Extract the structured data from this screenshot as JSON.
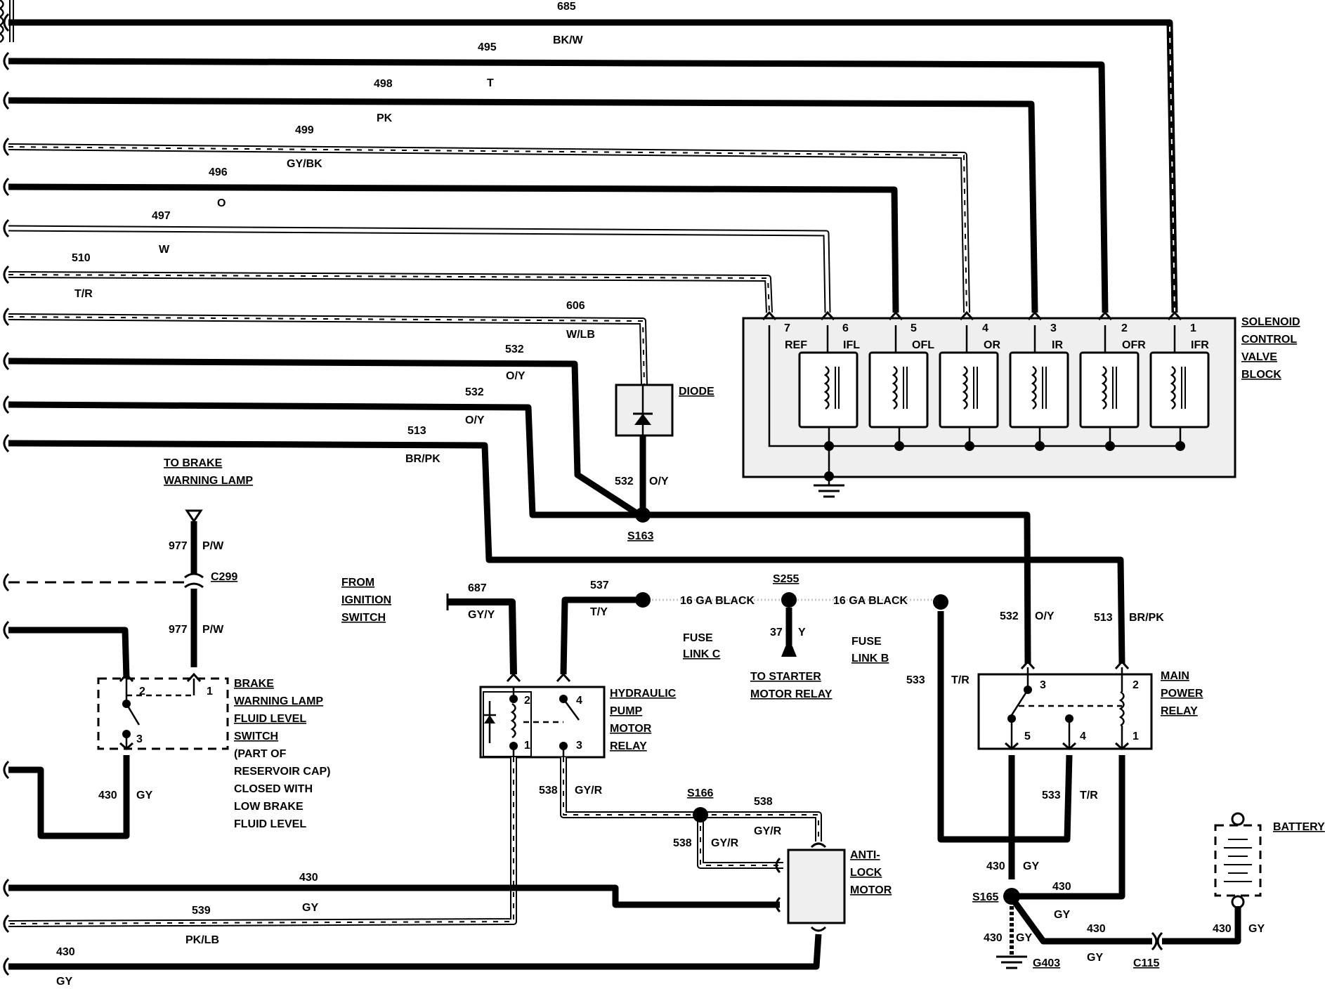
{
  "wires": {
    "w685": {
      "num": "685",
      "color": "BK/W"
    },
    "w495": {
      "num": "495",
      "color": "T"
    },
    "w498": {
      "num": "498",
      "color": "PK"
    },
    "w499": {
      "num": "499",
      "color": "GY/BK"
    },
    "w496": {
      "num": "496",
      "color": "O"
    },
    "w497": {
      "num": "497",
      "color": "W"
    },
    "w510": {
      "num": "510",
      "color": "T/R"
    },
    "w606": {
      "num": "606",
      "color": "W/LB"
    },
    "w532a": {
      "num": "532",
      "color": "O/Y"
    },
    "w532b": {
      "num": "532",
      "color": "O/Y"
    },
    "w513": {
      "num": "513",
      "color": "BR/PK"
    },
    "w532c": {
      "num": "532",
      "color": "O/Y"
    },
    "w977a": {
      "num": "977",
      "color": "P/W"
    },
    "w977b": {
      "num": "977",
      "color": "P/W"
    },
    "w687": {
      "num": "687",
      "color": "GY/Y"
    },
    "w537": {
      "num": "537",
      "color": "T/Y"
    },
    "w37": {
      "num": "37",
      "color": "Y"
    },
    "w533a": {
      "num": "533",
      "color": "T/R"
    },
    "w532d": {
      "num": "532",
      "color": "O/Y"
    },
    "w513b": {
      "num": "513",
      "color": "BR/PK"
    },
    "w430a": {
      "num": "430",
      "color": "GY"
    },
    "w538a": {
      "num": "538",
      "color": "GY/R"
    },
    "w538b": {
      "num": "538",
      "color": "GY/R"
    },
    "w538c": {
      "num": "538",
      "color": "GY/R"
    },
    "w533b": {
      "num": "533",
      "color": "T/R"
    },
    "w430b": {
      "num": "430",
      "color": "GY"
    },
    "w430c": {
      "num": "430",
      "color": "GY"
    },
    "w430d": {
      "num": "430",
      "color": "GY"
    },
    "w430e": {
      "num": "430",
      "color": "GY"
    },
    "w430f": {
      "num": "430",
      "color": "GY"
    },
    "w430g": {
      "num": "430",
      "color": "GY"
    },
    "w539": {
      "num": "539",
      "color": "PK/LB"
    },
    "w430h": {
      "num": "430",
      "color": "GY"
    }
  },
  "solenoid_block": {
    "label": [
      "SOLENOID",
      "CONTROL",
      "VALVE",
      "BLOCK"
    ],
    "pins": [
      {
        "num": "7",
        "name": "REF"
      },
      {
        "num": "6",
        "name": "IFL"
      },
      {
        "num": "5",
        "name": "OFL"
      },
      {
        "num": "4",
        "name": "OR"
      },
      {
        "num": "3",
        "name": "IR"
      },
      {
        "num": "2",
        "name": "OFR"
      },
      {
        "num": "1",
        "name": "IFR"
      }
    ]
  },
  "diode": {
    "label": "DIODE"
  },
  "splices": {
    "s163": "S163",
    "s255": "S255",
    "s166": "S166",
    "s165": "S165"
  },
  "connectors": {
    "c299": "C299",
    "c115": "C115"
  },
  "grounds": {
    "g403": "G403"
  },
  "labels": {
    "to_brake": [
      "TO BRAKE",
      "WARNING LAMP"
    ],
    "from_ignition": [
      "FROM",
      "IGNITION",
      "SWITCH"
    ],
    "fuse_c": [
      "FUSE",
      "LINK C"
    ],
    "fuse_b": [
      "FUSE",
      "LINK B"
    ],
    "ga16a": "16 GA BLACK",
    "ga16b": "16 GA BLACK",
    "to_starter": [
      "TO STARTER",
      "MOTOR RELAY"
    ],
    "brake_switch": [
      "BRAKE",
      "WARNING LAMP",
      "FLUID LEVEL",
      "SWITCH",
      "(PART OF",
      "RESERVOIR CAP)",
      "CLOSED WITH",
      "LOW BRAKE",
      "FLUID LEVEL"
    ],
    "hyd_relay": [
      "HYDRAULIC",
      "PUMP",
      "MOTOR",
      "RELAY"
    ],
    "main_relay": [
      "MAIN",
      "POWER",
      "RELAY"
    ],
    "abs_motor": [
      "ANTI-",
      "LOCK",
      "MOTOR"
    ],
    "battery": "BATTERY"
  },
  "pin_numbers": {
    "bw_2": "2",
    "bw_1": "1",
    "bw_3": "3",
    "hy_2": "2",
    "hy_4": "4",
    "hy_1": "1",
    "hy_3": "3",
    "mp_3": "3",
    "mp_2": "2",
    "mp_5": "5",
    "mp_4": "4",
    "mp_1": "1"
  }
}
